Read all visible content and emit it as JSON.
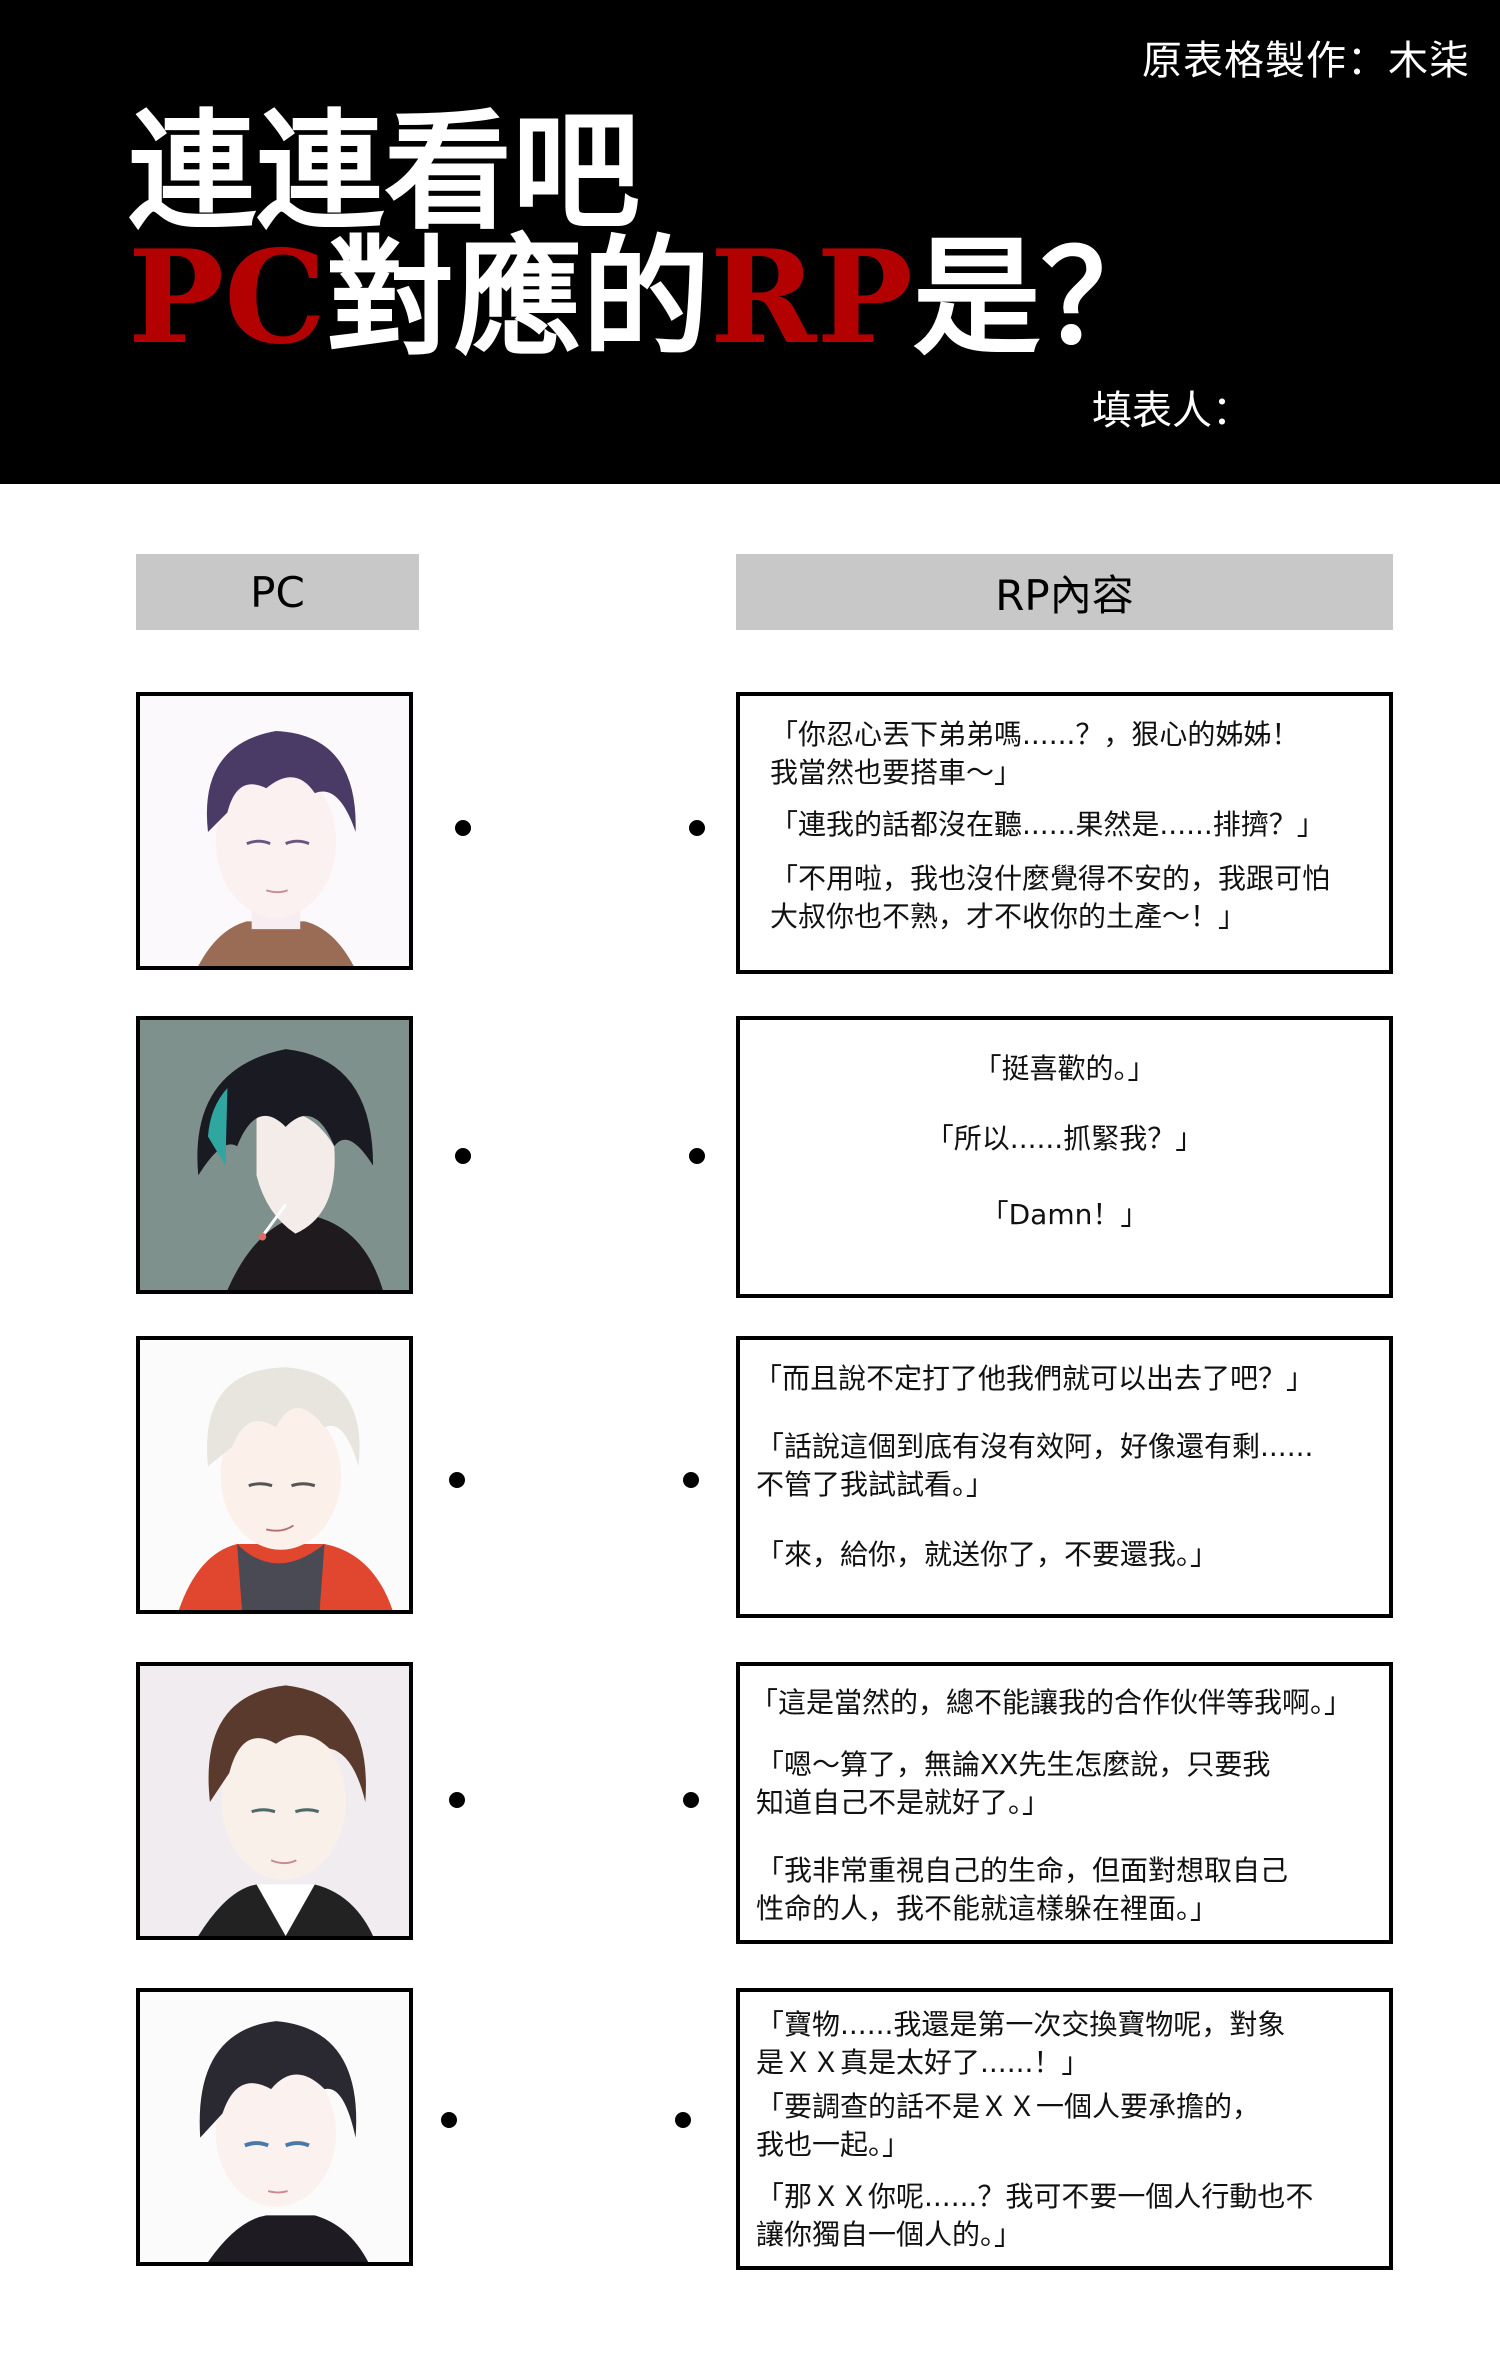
{
  "header": {
    "credit": "原表格製作：木柒",
    "title_line1": "連連看吧",
    "title_line2_pc": "PC",
    "title_line2_mid": "對應的",
    "title_line2_rp": "RP",
    "title_line2_end": "是？",
    "filler_label": "填表人："
  },
  "columns": {
    "pc": "PC",
    "rp": "RP內容"
  },
  "colors": {
    "header_bg": "#000000",
    "accent_red": "#b30000",
    "column_header_bg": "#c8c8c8"
  },
  "rows": [
    {
      "portrait": "purple-haired-youth-portrait",
      "quotes": [
        "「你忍心丟下弟弟嗎......？，狠心的姊姊！\n我當然也要搭車～」",
        "「連我的話都沒在聽......果然是......排擠？」",
        "「不用啦，我也沒什麼覺得不安的，我跟可怕\n大叔你也不熟，才不收你的土產～！」"
      ]
    },
    {
      "portrait": "dark-haired-lollipop-portrait",
      "quotes": [
        "「挺喜歡的。」",
        "「所以......抓緊我？」",
        "「Damn！」"
      ]
    },
    {
      "portrait": "white-haired-smirk-portrait",
      "quotes": [
        "「而且說不定打了他我們就可以出去了吧？」",
        "「話說這個到底有沒有效阿，好像還有剩......\n不管了我試試看。」",
        "「來，給你，就送你了，不要還我。」"
      ]
    },
    {
      "portrait": "brown-haired-smile-portrait",
      "quotes": [
        "「這是當然的，總不能讓我的合作伙伴等我啊。」",
        "「嗯～算了，無論XX先生怎麼說，只要我\n知道自己不是就好了。」",
        "「我非常重視自己的生命，但面對想取自己\n性命的人，我不能就這樣躲在裡面。」"
      ]
    },
    {
      "portrait": "black-haired-blue-eyed-portrait",
      "quotes": [
        "「寶物......我還是第一次交換寶物呢，對象\n是ＸＸ真是太好了......！」",
        "「要調查的話不是ＸＸ一個人要承擔的，\n我也一起。」",
        "「那ＸＸ你呢......？我可不要一個人行動也不\n讓你獨自一個人的。」"
      ]
    }
  ]
}
